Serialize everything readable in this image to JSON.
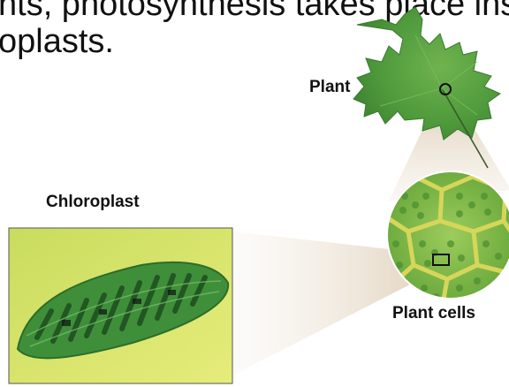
{
  "heading": {
    "line1": "nts, photosynthesis takes place ins",
    "line2": "oplasts."
  },
  "labels": {
    "plant": "Plant",
    "chloroplast": "Chloroplast",
    "plant_cells": "Plant cells"
  },
  "colors": {
    "leaf_green": "#4f9a3c",
    "cell_wall": "#c9d24a",
    "chloroplast_panel": "#d6e46a",
    "chloroplast_body": "#3f8f3a",
    "zoom_wedge": "#e9dcc8"
  }
}
